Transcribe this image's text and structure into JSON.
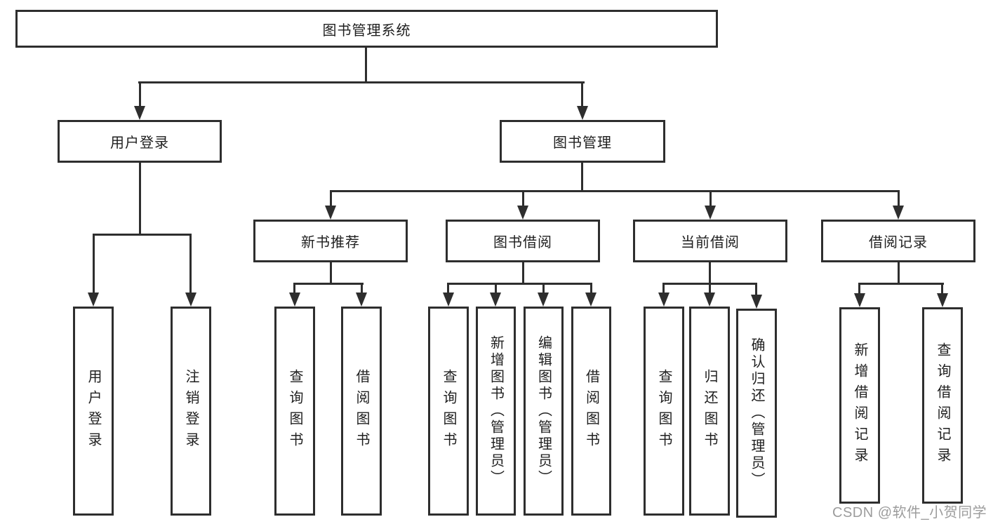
{
  "tree": {
    "label": "图书管理系统",
    "children": [
      {
        "label": "用户登录",
        "children": [
          {
            "label": "用户登录"
          },
          {
            "label": "注销登录"
          }
        ]
      },
      {
        "label": "图书管理",
        "children": [
          {
            "label": "新书推荐",
            "children": [
              {
                "label": "查询图书"
              },
              {
                "label": "借阅图书"
              }
            ]
          },
          {
            "label": "图书借阅",
            "children": [
              {
                "label": "查询图书"
              },
              {
                "label": "新增图书（管理员）"
              },
              {
                "label": "编辑图书（管理员）"
              },
              {
                "label": "借阅图书"
              }
            ]
          },
          {
            "label": "当前借阅",
            "children": [
              {
                "label": "查询图书"
              },
              {
                "label": "归还图书"
              },
              {
                "label": "确认归还（管理员）"
              }
            ]
          },
          {
            "label": "借阅记录",
            "children": [
              {
                "label": "新增借阅记录"
              },
              {
                "label": "查询借阅记录"
              }
            ]
          }
        ]
      }
    ]
  },
  "watermark": "CSDN @软件_小贺同学",
  "colors": {
    "line": "#2e2e2e",
    "text": "#1f1f1f",
    "watermark": "#9c9c9c",
    "background": "#ffffff"
  }
}
